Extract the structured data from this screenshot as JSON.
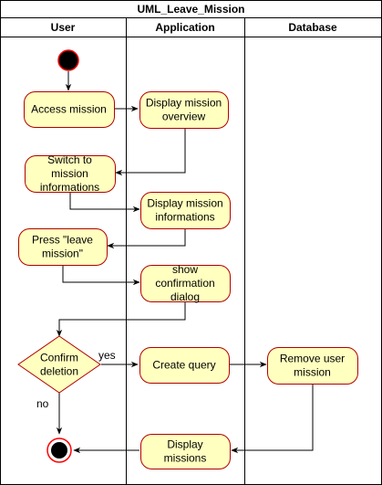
{
  "diagram": {
    "title": "UML_Leave_Mission",
    "lanes": [
      "User",
      "Application",
      "Database"
    ]
  },
  "nodes": {
    "access_mission": [
      "Access mission"
    ],
    "display_overview": [
      "Display mission",
      "overview"
    ],
    "switch_info": [
      "Switch to",
      "mission",
      "informations"
    ],
    "display_info": [
      "Display mission",
      "informations"
    ],
    "press_leave": [
      "Press \"leave",
      "mission\""
    ],
    "show_dialog": [
      "show",
      "confirmation",
      "dialog"
    ],
    "confirm_deletion": [
      "Confirm",
      "deletion"
    ],
    "create_query": [
      "Create query"
    ],
    "remove_mission": [
      "Remove user",
      "mission"
    ],
    "display_missions": [
      "Display",
      "missions"
    ]
  },
  "edge_labels": {
    "yes": "yes",
    "no": "no"
  },
  "colors": {
    "node_fill": "#ffffc0",
    "node_stroke": "#b20000",
    "line": "#000000",
    "start_fill": "#ff0000"
  }
}
